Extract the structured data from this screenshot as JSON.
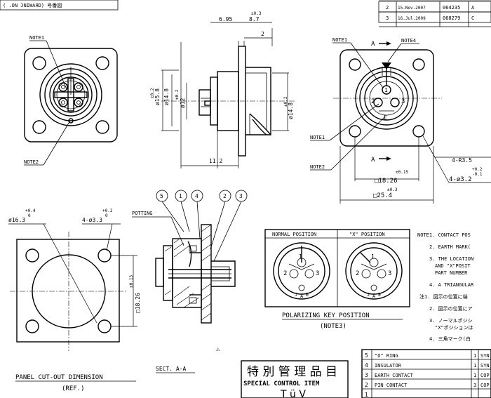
{
  "header": {
    "drawing_no_mirrored": "( .ON ƆNIWAЯD) 号番図",
    "revisions": [
      {
        "rev": "2",
        "date": "15.Nov.2007",
        "no": "064235",
        "mark": "A"
      },
      {
        "rev": "3",
        "date": "16.Jul.2009",
        "no": "068279",
        "mark": "C"
      }
    ]
  },
  "front_view_left": {
    "note1": "NOTE1",
    "note2": "NOTE2"
  },
  "side_view": {
    "dim_695": "6.95",
    "dim_87": "8.7",
    "dim_87_tol": "±0.3",
    "dim_2": "2",
    "dim_158": "ø15.8",
    "dim_158_tol": "±0.2",
    "dim_148": "ø14.8",
    "dim_148_tol": "±0.2",
    "dim_12": "ø12",
    "dim_12_tol": "±0.2",
    "dim_148r": "ø14.8",
    "dim_148r_tol": "±0.2",
    "dim_112": "11.2"
  },
  "front_view_right": {
    "note1_top": "NOTE1",
    "note4": "NOTE4",
    "section_a": "A",
    "section_a2": "A",
    "note1_side": "NOTE1",
    "note2": "NOTE2",
    "pin1": "1",
    "pin2": "2",
    "pin3": "3",
    "earth": "E",
    "dim_r35": "4-R3.5",
    "dim_1826": "□18.26",
    "dim_1826_tol": "±0.15",
    "dim_254": "□25.4",
    "dim_254_tol": "±0.3",
    "dim_32": "4-ø3.2",
    "dim_32_tol_up": "+0.2",
    "dim_32_tol_dn": "-0.1"
  },
  "panel_cutout": {
    "dim_163": "ø16.3",
    "dim_163_tol_up": "+0.4",
    "dim_163_tol_dn": "0",
    "dim_33": "4-ø3.3",
    "dim_33_tol_up": "+0.2",
    "dim_33_tol_dn": "0",
    "dim_1826": "□18.26",
    "dim_1826_tol": "±0.13",
    "title": "PANEL CUT-OUT DIMENSION",
    "subtitle": "(REF.)"
  },
  "section": {
    "potting": "POTTING",
    "balloons": [
      "5",
      "1",
      "4",
      "2",
      "3"
    ],
    "title": "SECT. A-A"
  },
  "polarizing": {
    "normal_label": "NORMAL POSITION",
    "x_label": "\"X\" POSITION",
    "title": "POLARIZING KEY POSITION",
    "subtitle": "(NOTE3)",
    "pin_labels": [
      "1",
      "2",
      "3",
      "J",
      "A",
      "E"
    ]
  },
  "notes": [
    "NOTE1. CONTACT POS",
    "2. EARTH MARK(",
    "3. THE LOCATION",
    "AND \"X\"POSIT",
    "PART NUMBER",
    "4. A TRIANGULAR",
    "注1. 図示の位置に端",
    "2. 図示の位置にア",
    "3. ノーマルポジシ",
    "\"X\"ポジションは",
    "4. 三角マーク(白"
  ],
  "triangle_mark": "⚠",
  "special_control": {
    "jp": "特 別 管 理 品 目",
    "en": "SPECIAL CONTROL ITEM",
    "mark": "T ü V"
  },
  "parts_list": [
    {
      "no": "5",
      "name": "\"O\" RING",
      "qty": "1",
      "mat": "SYN"
    },
    {
      "no": "4",
      "name": "INSULATOR",
      "qty": "1",
      "mat": "SYN"
    },
    {
      "no": "3",
      "name": "EARTH CONTACT",
      "qty": "1",
      "mat": "COP"
    },
    {
      "no": "2",
      "name": "PIN CONTACT",
      "qty": "3",
      "mat": "COP"
    },
    {
      "no": "1",
      "name": "",
      "qty": "",
      "mat": ""
    }
  ]
}
